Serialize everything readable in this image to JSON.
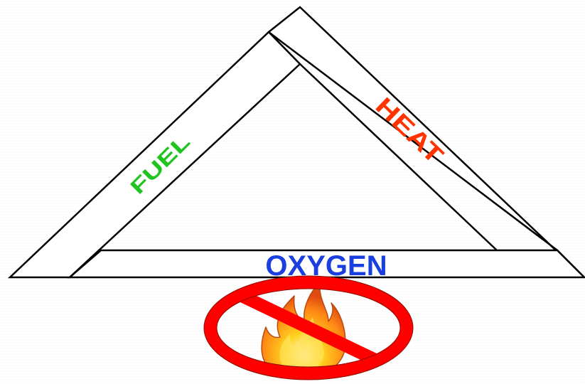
{
  "labels": {
    "fuel": "FUEL",
    "heat": "HEAT",
    "oxygen": "OXYGEN"
  },
  "colors": {
    "fuel": "#1fc41f",
    "heat": "#ff3300",
    "oxygen": "#1a3fe0",
    "outline": "#000000",
    "no_symbol": "#ff0000"
  },
  "icons": [
    "fire-triangle",
    "flame-icon",
    "prohibition-icon"
  ]
}
